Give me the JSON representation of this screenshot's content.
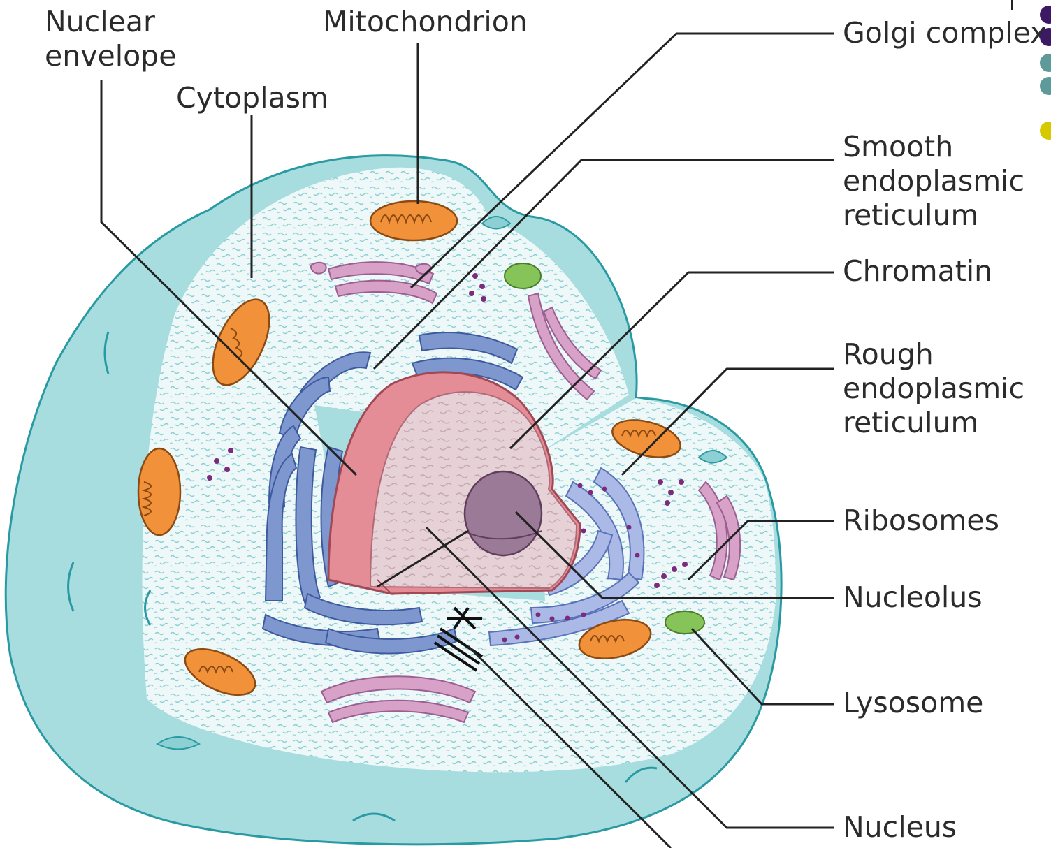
{
  "labels": {
    "nuclear_envelope": "Nuclear\nenvelope",
    "mitochondrion": "Mitochondrion",
    "cytoplasm": "Cytoplasm",
    "golgi_complex": "Golgi complex",
    "smooth_er": "Smooth\nendoplasmic\nreticulum",
    "chromatin": "Chromatin",
    "rough_er": "Rough\nendoplasmic\nreticulum",
    "ribosomes": "Ribosomes",
    "nucleolus": "Nucleolus",
    "lysosome": "Lysosome",
    "nucleus": "Nucleus"
  },
  "colors": {
    "cell_membrane": "#a8dde0",
    "cell_outline": "#2a9aa2",
    "cytoplasm": "#eef8f8",
    "nucleus_envelope": "#e48d96",
    "nucleoplasm": "#e6cfd4",
    "nucleolus": "#9a7a96",
    "mitochondrion": "#f1923a",
    "rough_er": "#7f97cf",
    "smooth_er": "#8fa7da",
    "golgi": "#d7a1c8",
    "lysosome": "#86c45a",
    "ribosome": "#7a2b7b",
    "leader_line": "#222222",
    "bullet_purple": "#3b1a63",
    "bullet_teal": "#5f9a9a",
    "bullet_yellow": "#d6c900"
  }
}
